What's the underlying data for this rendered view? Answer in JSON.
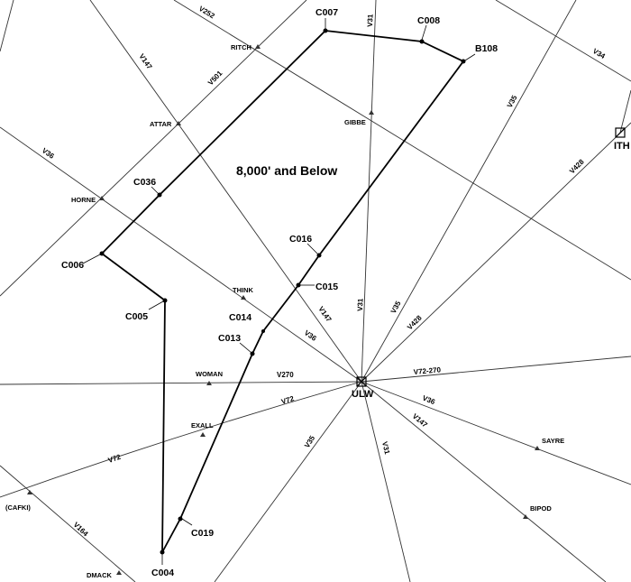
{
  "title": "8,000' and Below",
  "colors": {
    "route": "#000000",
    "airway": "#333333",
    "background": "#ffffff"
  },
  "navaids": {
    "ulw": "ULW",
    "ith": "ITH"
  },
  "waypoints": {
    "c007": "C007",
    "c008": "C008",
    "b108": "B108",
    "c036": "C036",
    "c006": "C006",
    "c005": "C005",
    "c016": "C016",
    "c015": "C015",
    "c014": "C014",
    "c013": "C013",
    "c019": "C019",
    "c004": "C004"
  },
  "fixes": {
    "ritch": "RITCH",
    "attar": "ATTAR",
    "horne": "HORNE",
    "gibbe": "GIBBE",
    "think": "THINK",
    "woman": "WOMAN",
    "exall": "EXALL",
    "cafki": "(CAFKI)",
    "dmack": "DMACK",
    "sayre": "SAYRE",
    "bipod": "BIPOD"
  },
  "airways": {
    "v252": "V252",
    "v147_nw": "V147",
    "v501": "V501",
    "v36_w": "V36",
    "v31_n": "V31",
    "v35_ne": "V35",
    "v34": "V34",
    "v428_ne": "V428",
    "v31_mid": "V31",
    "v35_mid": "V35",
    "v428_mid": "V428",
    "v147_mid": "V147",
    "v36_mid": "V36",
    "v270": "V270",
    "v72_270": "V72-270",
    "v72_mid": "V72",
    "v36_e": "V36",
    "v147_se": "V147",
    "v31_s": "V31",
    "v35_sw": "V35",
    "v72_w": "V72",
    "v164": "V164"
  }
}
